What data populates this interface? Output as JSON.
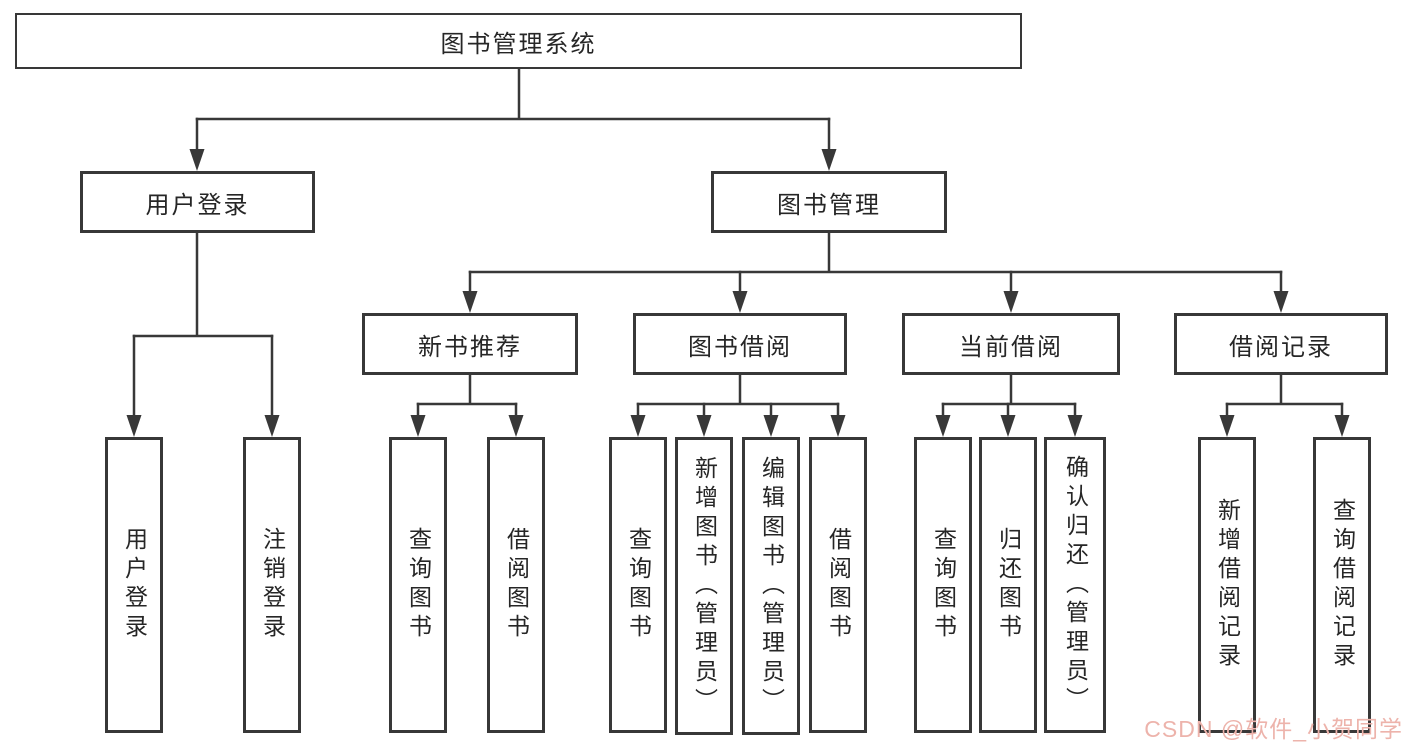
{
  "tree": {
    "label": "图书管理系统",
    "children": [
      {
        "label": "用户登录",
        "children": [
          {
            "label": "用户登录"
          },
          {
            "label": "注销登录"
          }
        ]
      },
      {
        "label": "图书管理",
        "children": [
          {
            "label": "新书推荐",
            "children": [
              {
                "label": "查询图书"
              },
              {
                "label": "借阅图书"
              }
            ]
          },
          {
            "label": "图书借阅",
            "children": [
              {
                "label": "查询图书"
              },
              {
                "label": "新增图书（管理员）"
              },
              {
                "label": "编辑图书（管理员）"
              },
              {
                "label": "借阅图书"
              }
            ]
          },
          {
            "label": "当前借阅",
            "children": [
              {
                "label": "查询图书"
              },
              {
                "label": "归还图书"
              },
              {
                "label": "确认归还（管理员）"
              }
            ]
          },
          {
            "label": "借阅记录",
            "children": [
              {
                "label": "新增借阅记录"
              },
              {
                "label": "查询借阅记录"
              }
            ]
          }
        ]
      }
    ]
  },
  "watermark": {
    "text": "CSDN @软件_小贺同学"
  },
  "colors": {
    "line": "#383838",
    "box_border": "#383838",
    "background": "#ffffff",
    "text": "#262626",
    "watermark": "#edb3ab"
  }
}
